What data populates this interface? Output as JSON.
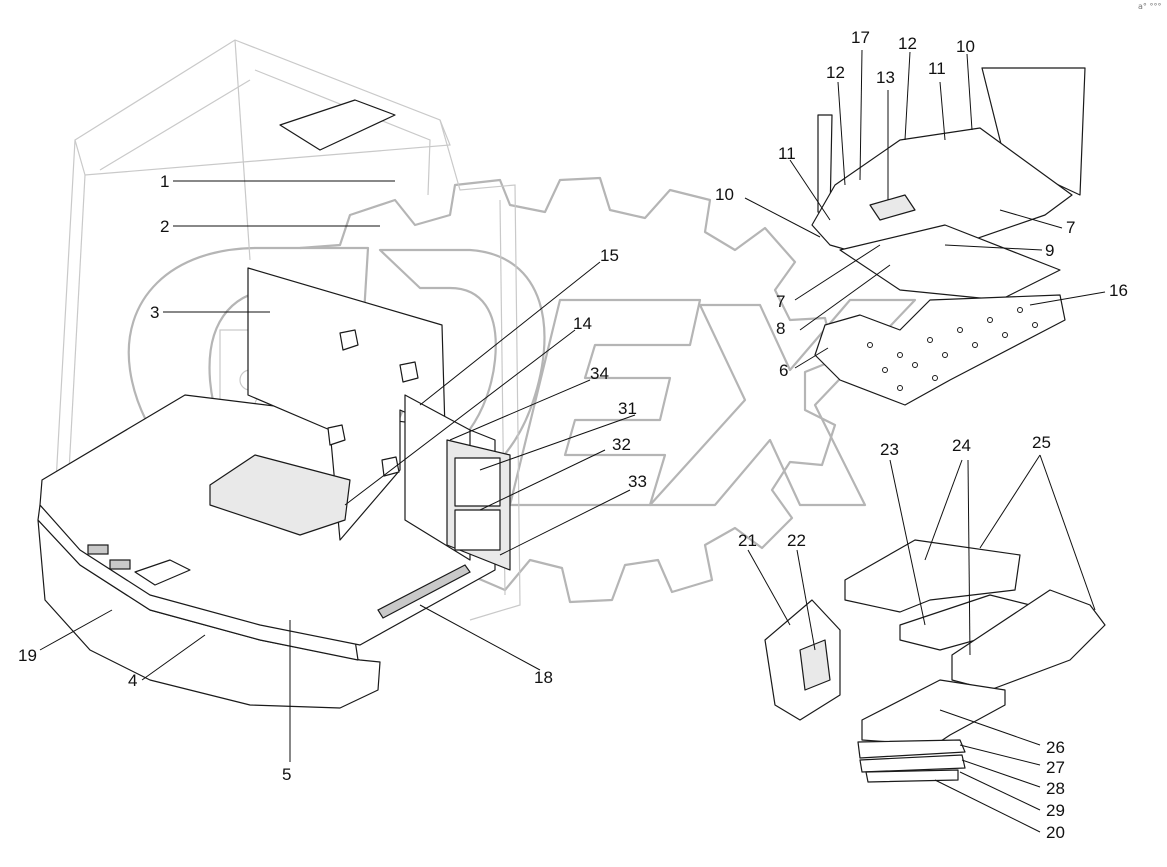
{
  "diagram": {
    "type": "exploded-parts-diagram",
    "colors": {
      "line": "#1a1a1a",
      "ghost_cab": "#c9c9c9",
      "watermark": "#b5b5b5",
      "background": "#ffffff"
    },
    "watermark": {
      "text": "ODEX"
    },
    "corner_mark": "a° °°°",
    "callouts": [
      {
        "id": "1",
        "label": "1"
      },
      {
        "id": "2",
        "label": "2"
      },
      {
        "id": "3",
        "label": "3"
      },
      {
        "id": "4",
        "label": "4"
      },
      {
        "id": "5",
        "label": "5"
      },
      {
        "id": "6",
        "label": "6"
      },
      {
        "id": "7a",
        "label": "7"
      },
      {
        "id": "7b",
        "label": "7"
      },
      {
        "id": "8",
        "label": "8"
      },
      {
        "id": "9",
        "label": "9"
      },
      {
        "id": "10a",
        "label": "10"
      },
      {
        "id": "10b",
        "label": "10"
      },
      {
        "id": "11a",
        "label": "11"
      },
      {
        "id": "11b",
        "label": "11"
      },
      {
        "id": "12a",
        "label": "12"
      },
      {
        "id": "12b",
        "label": "12"
      },
      {
        "id": "13",
        "label": "13"
      },
      {
        "id": "14",
        "label": "14"
      },
      {
        "id": "15",
        "label": "15"
      },
      {
        "id": "16",
        "label": "16"
      },
      {
        "id": "17",
        "label": "17"
      },
      {
        "id": "18",
        "label": "18"
      },
      {
        "id": "19",
        "label": "19"
      },
      {
        "id": "20",
        "label": "20"
      },
      {
        "id": "21",
        "label": "21"
      },
      {
        "id": "22",
        "label": "22"
      },
      {
        "id": "23",
        "label": "23"
      },
      {
        "id": "24",
        "label": "24"
      },
      {
        "id": "25",
        "label": "25"
      },
      {
        "id": "26",
        "label": "26"
      },
      {
        "id": "27",
        "label": "27"
      },
      {
        "id": "28",
        "label": "28"
      },
      {
        "id": "29",
        "label": "29"
      },
      {
        "id": "31",
        "label": "31"
      },
      {
        "id": "32",
        "label": "32"
      },
      {
        "id": "33",
        "label": "33"
      },
      {
        "id": "34",
        "label": "34"
      }
    ]
  }
}
